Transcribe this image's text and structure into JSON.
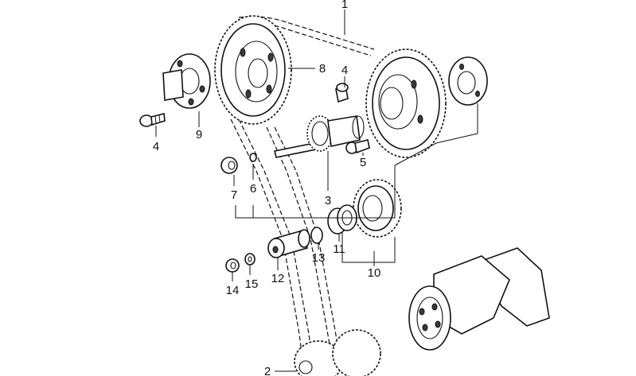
{
  "diagram": {
    "callouts": [
      {
        "id": "1",
        "label": "1"
      },
      {
        "id": "2",
        "label": "2"
      },
      {
        "id": "3",
        "label": "3"
      },
      {
        "id": "4a",
        "label": "4"
      },
      {
        "id": "4b",
        "label": "4"
      },
      {
        "id": "5",
        "label": "5"
      },
      {
        "id": "6",
        "label": "6"
      },
      {
        "id": "7",
        "label": "7"
      },
      {
        "id": "8",
        "label": "8"
      },
      {
        "id": "9",
        "label": "9"
      },
      {
        "id": "10",
        "label": "10"
      },
      {
        "id": "11",
        "label": "11"
      },
      {
        "id": "12",
        "label": "12"
      },
      {
        "id": "13",
        "label": "13"
      },
      {
        "id": "14",
        "label": "14"
      },
      {
        "id": "15",
        "label": "15"
      }
    ],
    "colors": {
      "line": "#111111",
      "background": "#ffffff",
      "shade": "#3a3a3a"
    }
  }
}
